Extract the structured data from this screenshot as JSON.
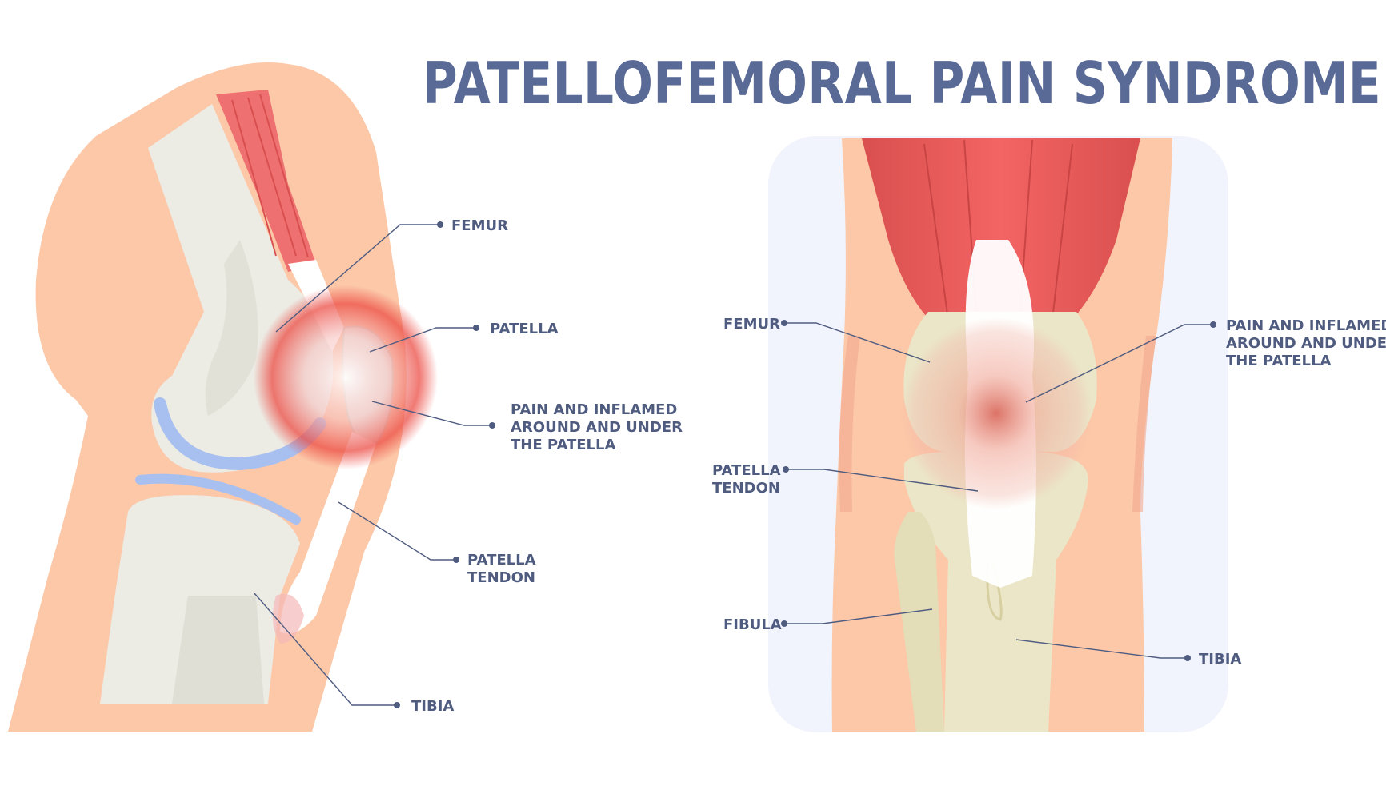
{
  "title": "PATELLOFEMORAL PAIN SYNDROME",
  "side_view": {
    "femur": "FEMUR",
    "patella": "PATELLA",
    "pain": [
      "PAIN AND INFLAMED",
      "AROUND AND UNDER",
      "THE PATELLA"
    ],
    "patella_tendon": [
      "PATELLA",
      "TENDON"
    ],
    "tibia": "TIBIA"
  },
  "front_view": {
    "femur": "FEMUR",
    "pain": [
      "PAIN AND INFLAMED",
      "AROUND AND UNDER",
      "THE PATELLA"
    ],
    "patella_tendon": [
      "PATELLA",
      "TENDON"
    ],
    "fibula": "FIBULA",
    "tibia": "TIBIA"
  },
  "colors": {
    "title": "#5a6a96",
    "label": "#4f5c80",
    "skin": "#fcc8a8",
    "bone": "#ecebe4",
    "muscle": "#e55a5a",
    "cartilage": "#a8c0f0",
    "panel": "#f1f4fc",
    "inflammation": "#e8463c"
  }
}
